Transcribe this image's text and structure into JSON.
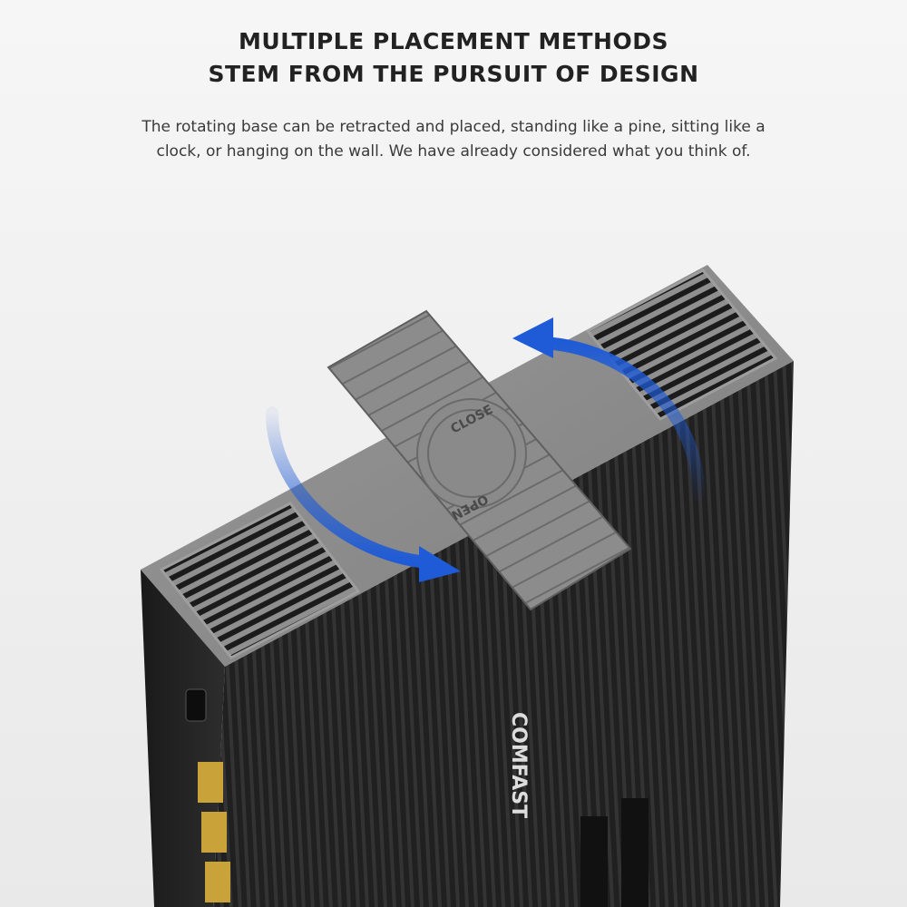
{
  "heading": {
    "line1": "MULTIPLE PLACEMENT METHODS",
    "line2": "STEM FROM THE PURSUIT OF DESIGN"
  },
  "description": {
    "line1": "The rotating base can be retracted and placed, standing like a pine, sitting like a",
    "line2": "clock, or hanging on the wall. We have already considered what you think of."
  },
  "product": {
    "stand_label_close": "CLOSE",
    "stand_label_open": "OPEN",
    "brand": "COMFAST",
    "arrow_color": "#1f5bd6",
    "body_color": "#1c1c1c",
    "stand_color": "#8a8a8a"
  }
}
